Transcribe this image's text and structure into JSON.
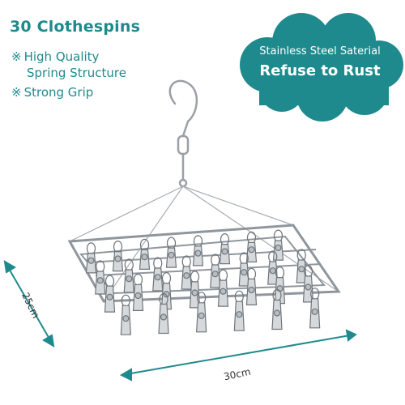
{
  "heading": "30 Clothespins",
  "features": [
    {
      "mark": "※",
      "lines": [
        "High Quality",
        "Spring Structure"
      ]
    },
    {
      "mark": "※",
      "lines": [
        "Strong Grip"
      ]
    }
  ],
  "badge": {
    "line1": "Stainless Steel Saterial",
    "line2": "Refuse to Rust",
    "color": "#1f8a8d"
  },
  "dimensions": {
    "depth": "25cm",
    "width": "30cm",
    "arrow_color": "#1f8a8d"
  }
}
